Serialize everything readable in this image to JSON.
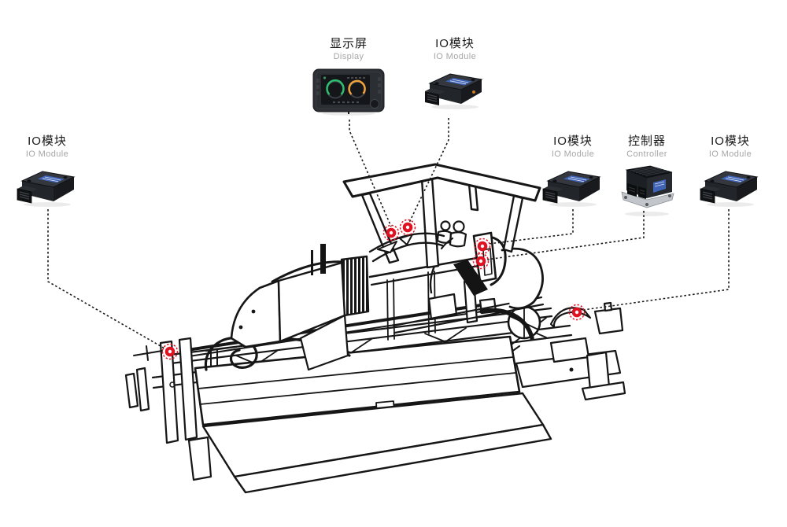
{
  "illustration": "asphalt-paver-line-art",
  "colors": {
    "marker_red": "#e01222",
    "connector_line": "#1b1b1b",
    "machine_line": "#161616",
    "label_text": "#1a1a1a",
    "sublabel_gray": "#a6a6a6",
    "module_label_blue": "#3f63b5",
    "gauge_green": "#2fbf71",
    "gauge_orange": "#f1a33b",
    "background": "#ffffff"
  },
  "components": [
    {
      "id": "display",
      "label_zh": "显示屏",
      "label_en": "Display"
    },
    {
      "id": "io-module-top",
      "label_zh": "IO模块",
      "label_en": "IO Module"
    },
    {
      "id": "io-module-left",
      "label_zh": "IO模块",
      "label_en": "IO Module"
    },
    {
      "id": "io-module-right",
      "label_zh": "IO模块",
      "label_en": "IO Module"
    },
    {
      "id": "controller",
      "label_zh": "控制器",
      "label_en": "Controller"
    },
    {
      "id": "io-module-far-right",
      "label_zh": "IO模块",
      "label_en": "IO Module"
    }
  ],
  "markers": {
    "count": 6,
    "style": "red dot with dashed ring",
    "color": "#e01222"
  },
  "connections": [
    {
      "component": "display"
    },
    {
      "component": "io-module-top"
    },
    {
      "component": "io-module-left"
    },
    {
      "component": "io-module-right"
    },
    {
      "component": "controller"
    },
    {
      "component": "io-module-far-right"
    }
  ]
}
